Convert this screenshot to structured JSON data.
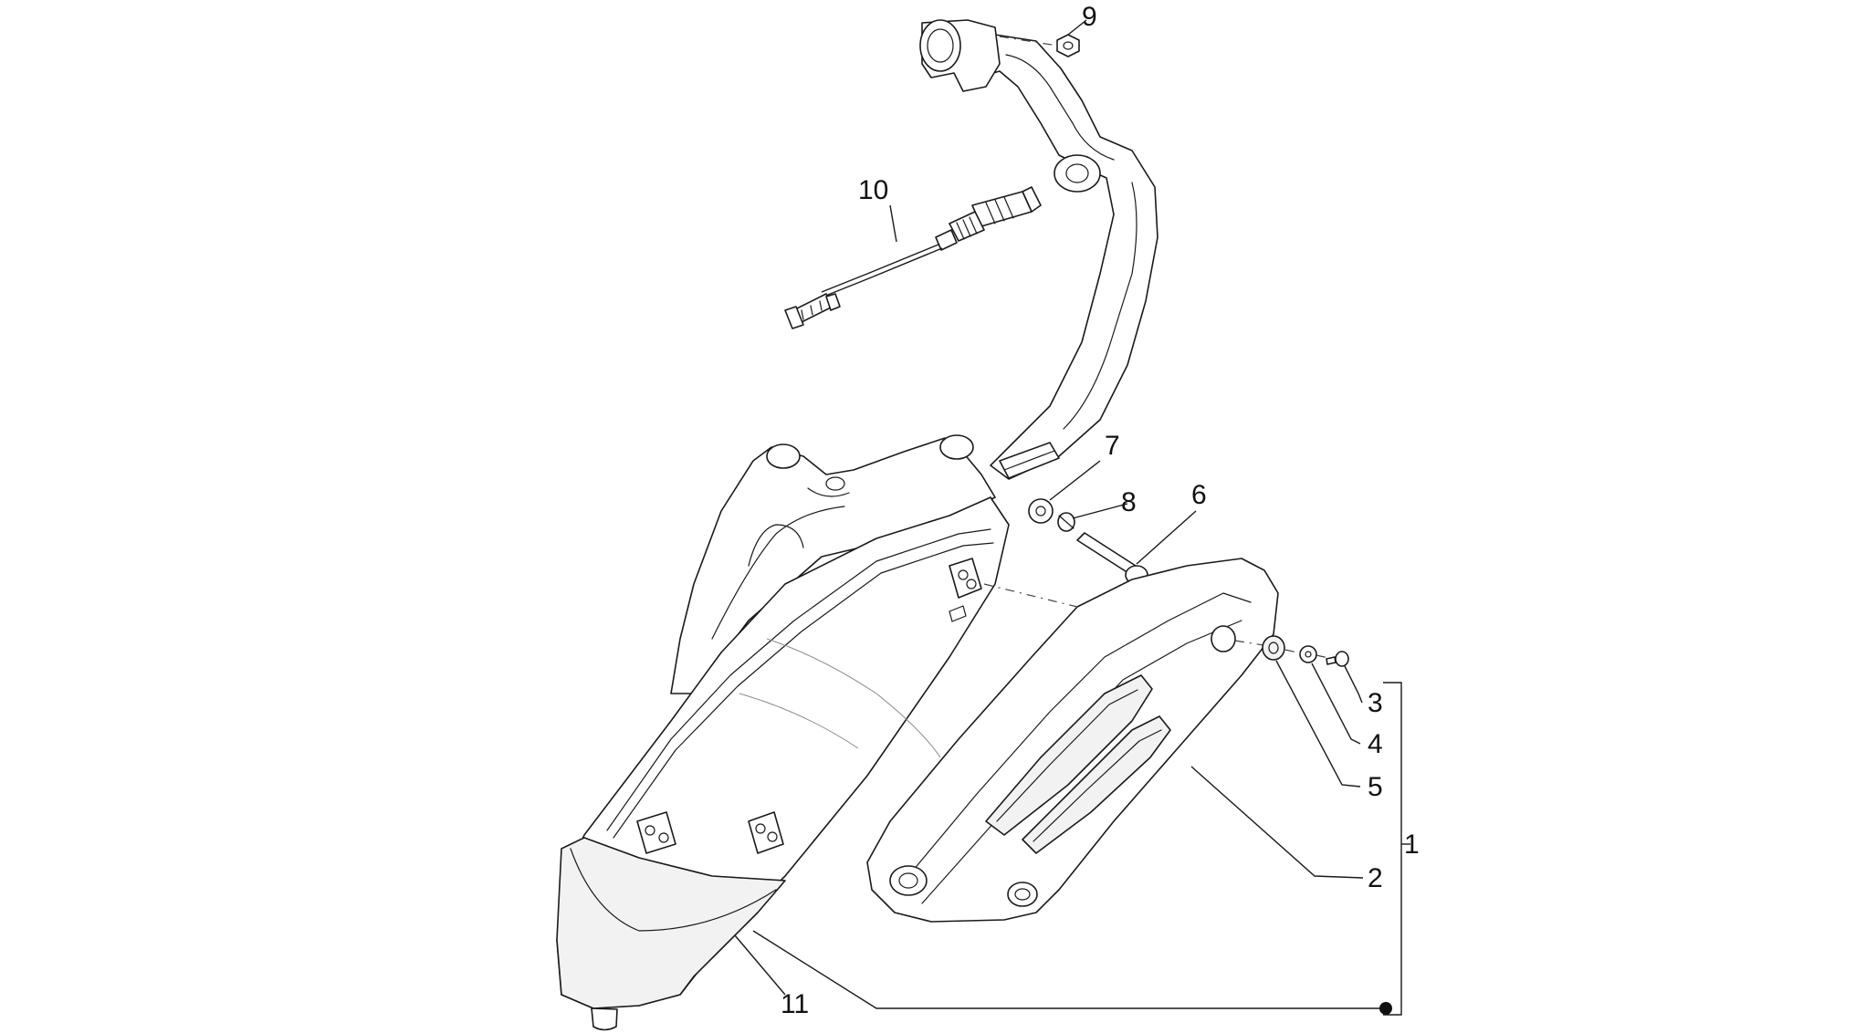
{
  "callouts": {
    "c1": "1",
    "c2": "2",
    "c3": "3",
    "c4": "4",
    "c5": "5",
    "c6": "6",
    "c7": "7",
    "c8": "8",
    "c9": "9",
    "c10": "10",
    "c11": "11"
  },
  "colors": {
    "line": "#1a1a1a",
    "background": "#ffffff",
    "shade": "#f2f2f2"
  }
}
